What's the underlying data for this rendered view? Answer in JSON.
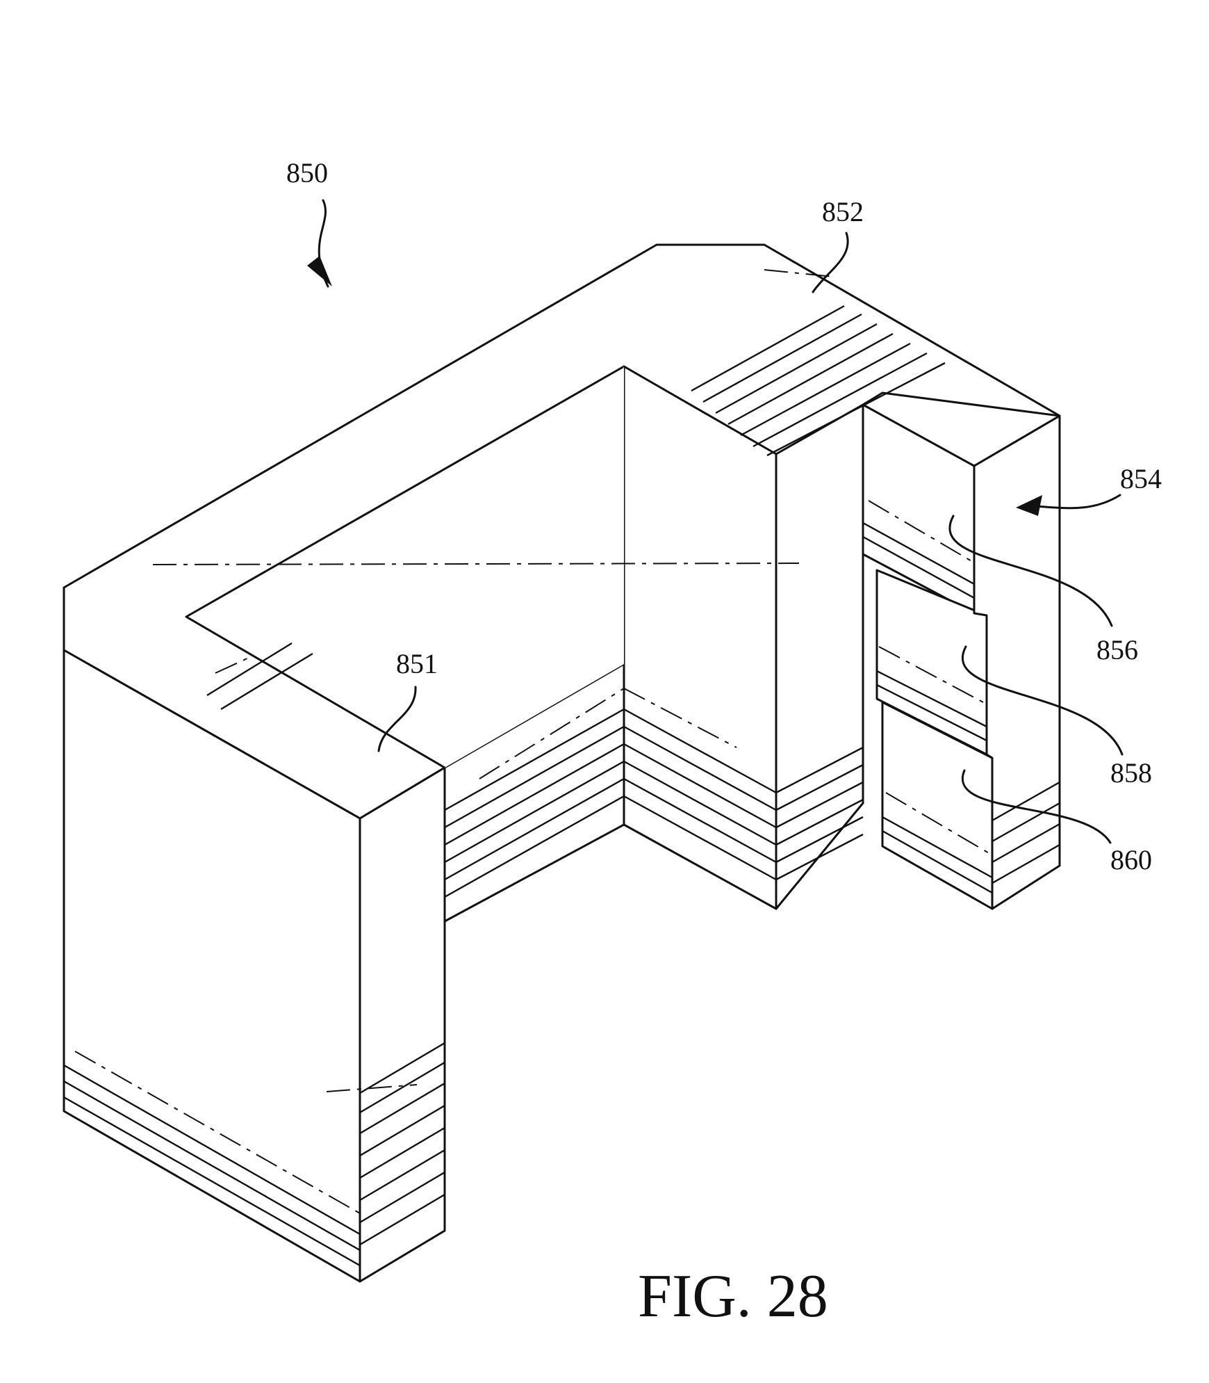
{
  "figure": {
    "title": "FIG. 28",
    "references": {
      "assembly": "850",
      "front_leg": "851",
      "back_wall": "852",
      "pole_group": "854",
      "segment_top": "856",
      "segment_middle": "858",
      "segment_bottom": "860"
    }
  }
}
